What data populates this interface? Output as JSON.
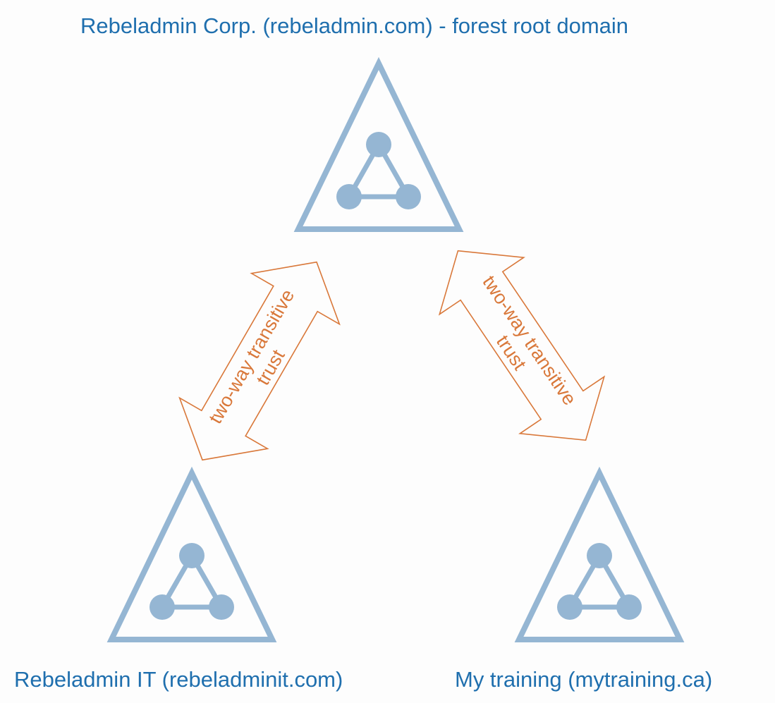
{
  "diagram": {
    "domains": [
      {
        "id": "root",
        "label": "Rebeladmin Corp. (rebeladmin.com) - forest root domain",
        "icon": "domain-triangle-icon"
      },
      {
        "id": "it",
        "label": "Rebeladmin IT (rebeladminit.com)",
        "icon": "domain-triangle-icon"
      },
      {
        "id": "training",
        "label": "My training (mytraining.ca)",
        "icon": "domain-triangle-icon"
      }
    ],
    "trusts": [
      {
        "from": "root",
        "to": "it",
        "line1": "two-way transitive",
        "line2": "trust"
      },
      {
        "from": "root",
        "to": "training",
        "line1": "two-way transitive",
        "line2": "trust"
      }
    ],
    "colors": {
      "domain_label": "#1f6fae",
      "triangle_stroke": "#95b6d3",
      "node_fill": "#95b6d3",
      "arrow_stroke": "#d9783a",
      "arrow_text": "#d9783a"
    }
  }
}
